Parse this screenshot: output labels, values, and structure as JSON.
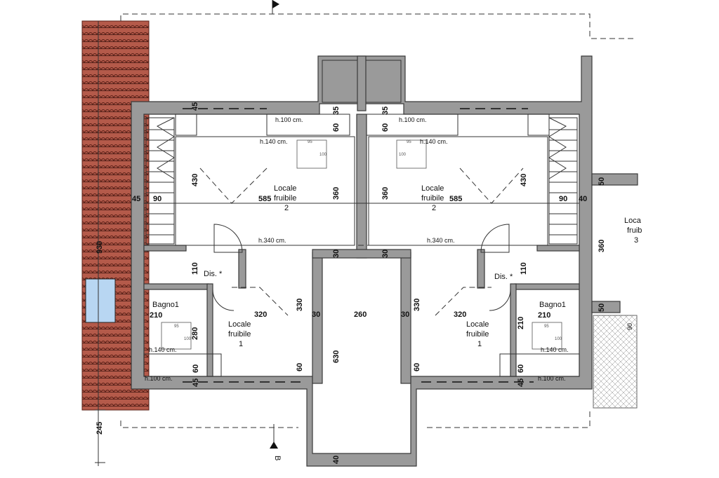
{
  "rooms": {
    "left_main": [
      "Locale",
      "fruibile",
      "2"
    ],
    "right_main": [
      "Locale",
      "fruibile",
      "2"
    ],
    "left_lower": [
      "Locale",
      "fruibile",
      "1"
    ],
    "right_lower": [
      "Locale",
      "fruibile",
      "1"
    ],
    "left_bath": "Bagno1",
    "right_bath": "Bagno1",
    "left_dis": "Dis. *",
    "right_dis": "Dis. *",
    "right_partial": [
      "Loca",
      "fruib",
      "3"
    ]
  },
  "heights": {
    "h100": "h.100 cm.",
    "h140": "h.140 cm.",
    "h340": "h.340 cm."
  },
  "dims": {
    "d45": "45",
    "d35": "35",
    "d60": "60",
    "d430": "430",
    "d585": "585",
    "d360": "360",
    "d90": "90",
    "d40": "40",
    "d50": "50",
    "d110": "110",
    "d210": "210",
    "d280": "280",
    "d320": "320",
    "d330": "330",
    "d30": "30",
    "d260": "260",
    "d630": "630",
    "d930": "930",
    "d245": "245"
  },
  "fixtures": {
    "f95": "95",
    "f100": "100",
    "f90": "90"
  },
  "section_marks": {
    "top": "",
    "bottom": "B"
  }
}
